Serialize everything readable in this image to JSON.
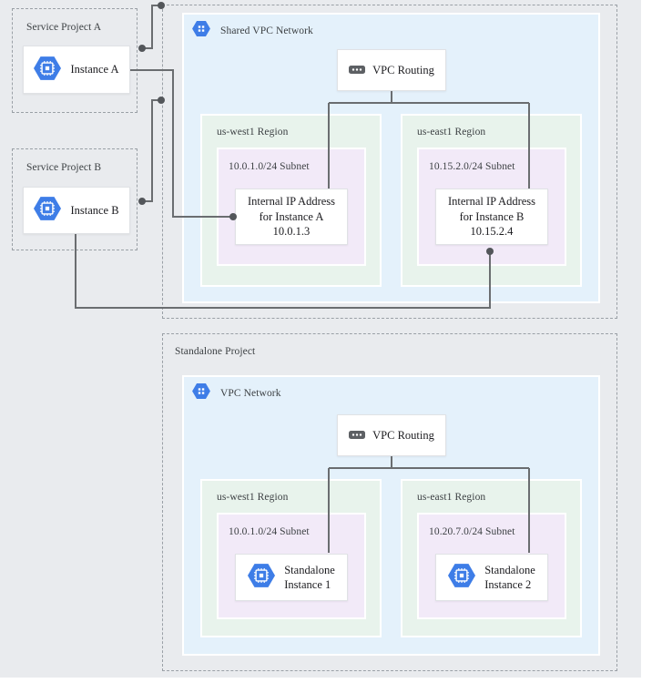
{
  "colors": {
    "field_gray": "#e9ebee",
    "network_blue": "#e4f1fb",
    "region_green": "#e8f3ec",
    "subnet_purple": "#f2eaf8",
    "gcp_icon_blue": "#3e7de7",
    "routing_icon_gray": "#5d6064",
    "connector_gray": "#6a6d70"
  },
  "icons": [
    "compute-instance-icon",
    "vpc-network-icon",
    "vpc-routing-icon"
  ],
  "service_project_a": {
    "title": "Service Project A",
    "instance_label": "Instance A"
  },
  "service_project_b": {
    "title": "Service Project B",
    "instance_label": "Instance B"
  },
  "shared_vpc": {
    "network_title": "Shared VPC Network",
    "routing_label": "VPC Routing",
    "regions": [
      {
        "title": "us-west1 Region",
        "subnet_title": "10.0.1.0/24 Subnet",
        "node_line1": "Internal IP Address",
        "node_line2": "for Instance A",
        "node_line3": "10.0.1.3"
      },
      {
        "title": "us-east1 Region",
        "subnet_title": "10.15.2.0/24 Subnet",
        "node_line1": "Internal IP Address",
        "node_line2": "for Instance B",
        "node_line3": "10.15.2.4"
      }
    ]
  },
  "standalone_project": {
    "title": "Standalone Project",
    "network_title": "VPC Network",
    "routing_label": "VPC Routing",
    "regions": [
      {
        "title": "us-west1 Region",
        "subnet_title": "10.0.1.0/24 Subnet",
        "node_line1": "Standalone",
        "node_line2": "Instance 1"
      },
      {
        "title": "us-east1 Region",
        "subnet_title": "10.20.7.0/24 Subnet",
        "node_line1": "Standalone",
        "node_line2": "Instance 2"
      }
    ]
  }
}
